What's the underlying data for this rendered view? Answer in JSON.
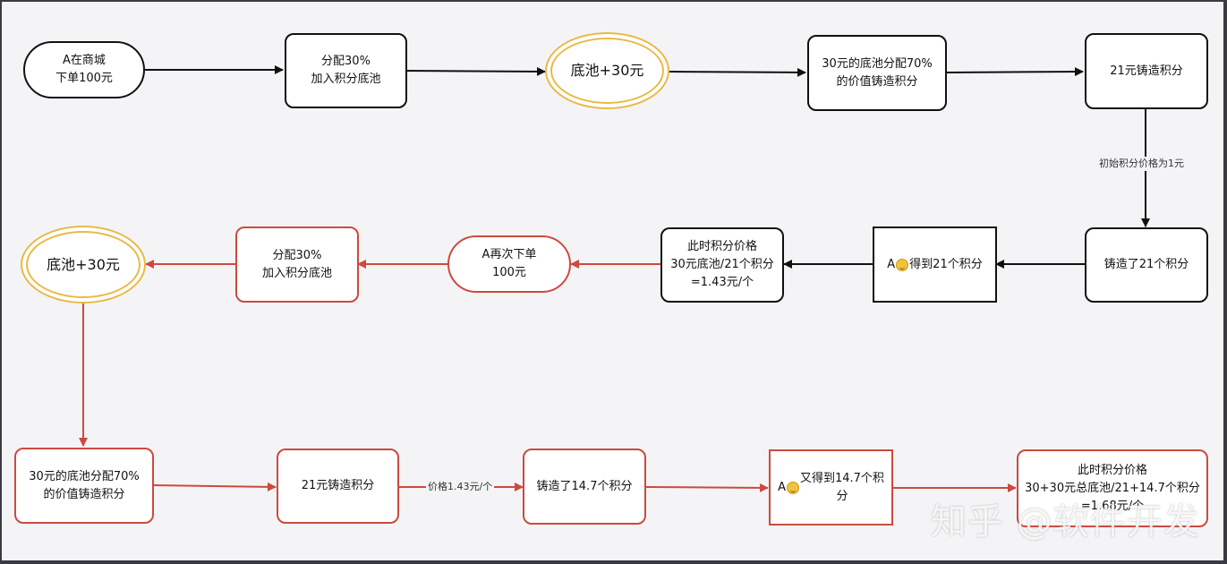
{
  "nodes": {
    "n1": "A在商城\n下单100元",
    "n2": "分配30%\n加入积分底池",
    "n3": "底池+30元",
    "n4": "30元的底池分配70%\n的价值铸造积分",
    "n5": "21元铸造积分",
    "n6": "铸造了21个积分",
    "n7_prefix": "A",
    "n7_suffix": "得到21个积分",
    "n8": "此时积分价格\n30元底池/21个积分\n=1.43元/个",
    "n9": "A再次下单\n100元",
    "n10": "分配30%\n加入积分底池",
    "n11": "底池+30元",
    "n12": "30元的底池分配70%\n的价值铸造积分",
    "n13": "21元铸造积分",
    "n14": "铸造了14.7个积分",
    "n15_prefix": "A",
    "n15_suffix": "又得到14.7个积\n分",
    "n16": "此时积分价格\n30+30元总底池/21+14.7个积分\n=1.68元/个"
  },
  "edge_labels": {
    "initial_price": "初始积分价格为1元",
    "price_143": "价格1.43元/个"
  },
  "icons": {
    "smile": "smiling-face-emoji"
  },
  "watermark": "知乎 @软件开发",
  "colors": {
    "black_stroke": "#111111",
    "red_stroke": "#cc4a3e",
    "pool_ring": "#eab945",
    "background": "#f4f4f6"
  }
}
